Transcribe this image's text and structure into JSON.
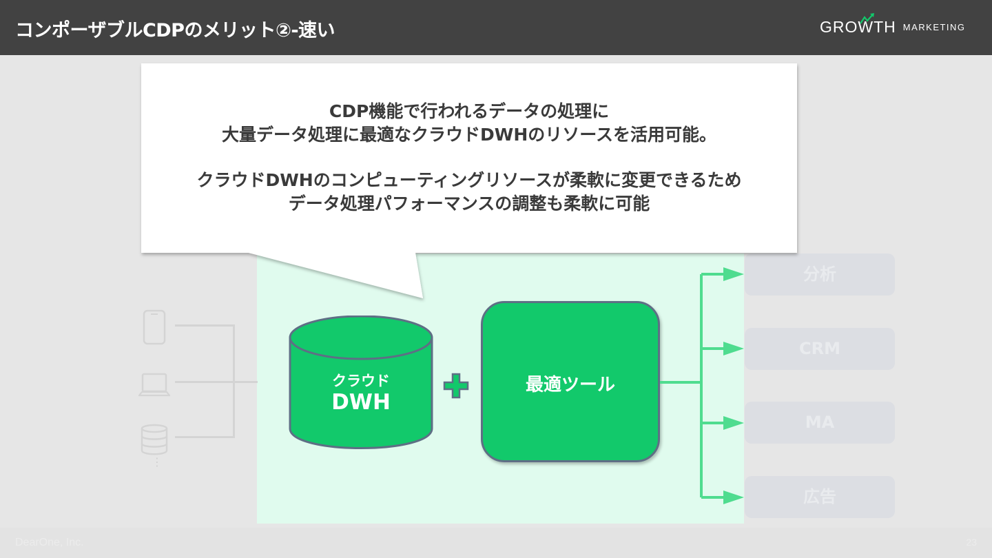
{
  "header": {
    "title": "コンポーザブルCDPのメリット②-速い",
    "logo_main": "GROWTH",
    "logo_sub": "MARKETING"
  },
  "bubble": {
    "lines": [
      "CDP機能で行われるデータの処理に",
      "大量データ処理に最適なクラウドDWHのリソースを活用可能。",
      "クラウドDWHのコンピューティングリソースが柔軟に変更できるため",
      "データ処理パフォーマンスの調整も柔軟に可能"
    ]
  },
  "sources": {
    "icons": [
      "smartphone-icon",
      "laptop-icon",
      "database-icon"
    ],
    "more": "⋮"
  },
  "dwh": {
    "line1": "クラウド",
    "line2": "DWH"
  },
  "tool": {
    "label": "最適ツール"
  },
  "targets": [
    "分析",
    "CRM",
    "MA",
    "広告"
  ],
  "footer": {
    "company": "DearOne, Inc.",
    "page": "23"
  },
  "colors": {
    "header_bg": "#424242",
    "accent_green": "#12c96b",
    "arrow_green": "#4fdc8f",
    "area_green": "#e0fbee",
    "border_slate": "#5e6f85"
  }
}
